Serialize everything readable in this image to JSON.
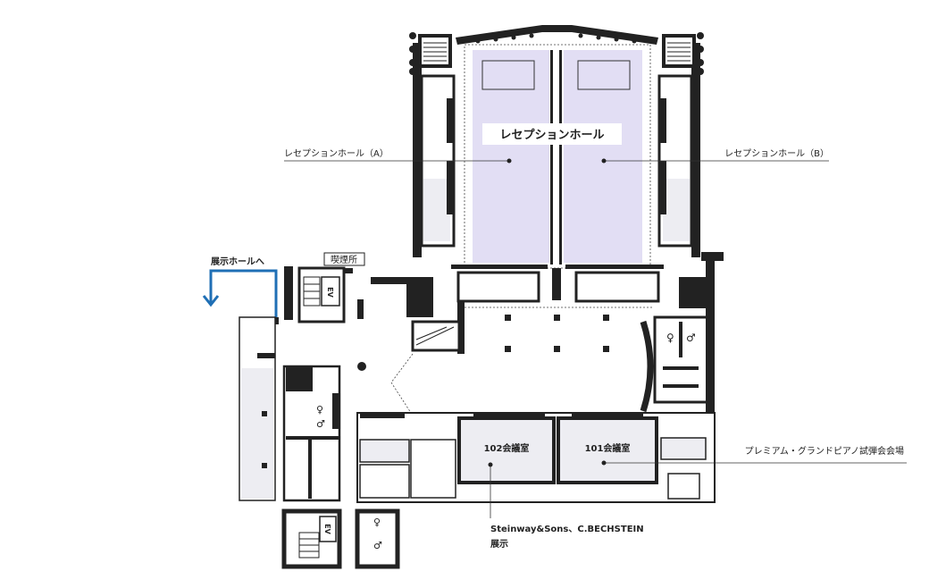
{
  "labels": {
    "reception_hall_main": "レセプションホール",
    "reception_hall_a": "レセプションホール（A）",
    "reception_hall_b": "レセプションホール（B）",
    "to_exhibition_hall": "展示ホールへ",
    "smoking_area": "喫煙所",
    "elevator_1": "EV",
    "elevator_2": "EV",
    "room_102": "102会議室",
    "room_101": "101会議室",
    "premium_piano": "プレミアム・グランドピアノ試弾会会場",
    "steinway_line1": "Steinway&Sons、C.BECHSTEIN",
    "steinway_line2": "展示"
  },
  "colors": {
    "hall_fill": "#e2def4",
    "room_fill": "#ededf2",
    "wall": "#222222",
    "arrow": "#1f6fb5"
  },
  "icons": [
    "arrow-down-left-icon",
    "restroom-icon",
    "stairs-icon"
  ]
}
